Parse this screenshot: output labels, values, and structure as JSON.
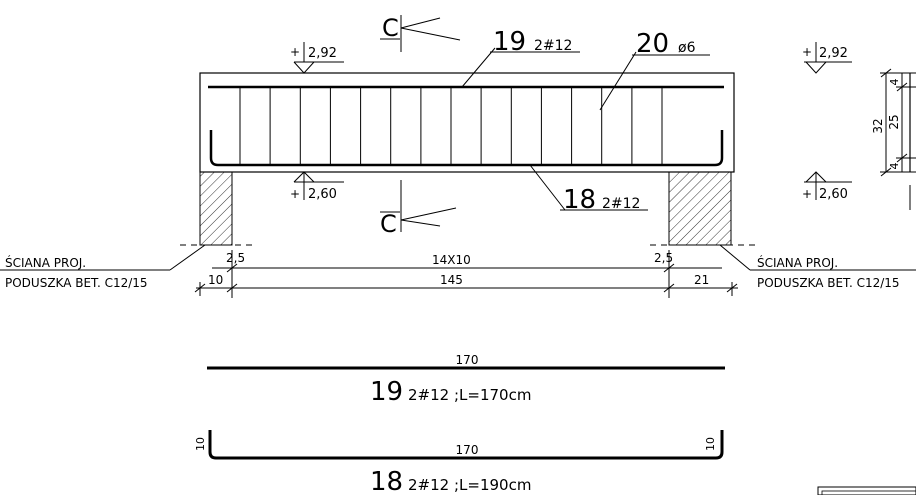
{
  "section": {
    "letter_top": "C",
    "letter_bottom": "C"
  },
  "levels": {
    "top": "2,92",
    "bottom": "2,60",
    "side_top": "2,92",
    "side_bottom": "2,60"
  },
  "bars": {
    "top_callout_num": "19",
    "top_callout_spec": "2#12",
    "stirrup_callout_num": "20",
    "stirrup_callout_spec": "ø6",
    "bottom_callout_num": "18",
    "bottom_callout_spec": "2#12"
  },
  "notes": {
    "left_line1": "ŚCIANA PROJ.",
    "left_line2": "PODUSZKA BET. C12/15",
    "right_line1": "ŚCIANA PROJ.",
    "right_line2": "PODUSZKA BET. C12/15"
  },
  "dimensions": {
    "cover_left": "2,5",
    "stirrup_spacing": "14X10",
    "cover_right": "2,5",
    "support_left": "10",
    "span": "145",
    "support_right": "21",
    "height_total": "32",
    "height_inner": "25",
    "cover_top": "4",
    "cover_bottom": "4"
  },
  "schedule": {
    "bar19_length_label": "170",
    "bar19_num": "19",
    "bar19_spec": "2#12 ;L=170cm",
    "bar18_length_label": "170",
    "bar18_hook_left": "10",
    "bar18_hook_right": "10",
    "bar18_num": "18",
    "bar18_spec": "2#12 ;L=190cm"
  }
}
